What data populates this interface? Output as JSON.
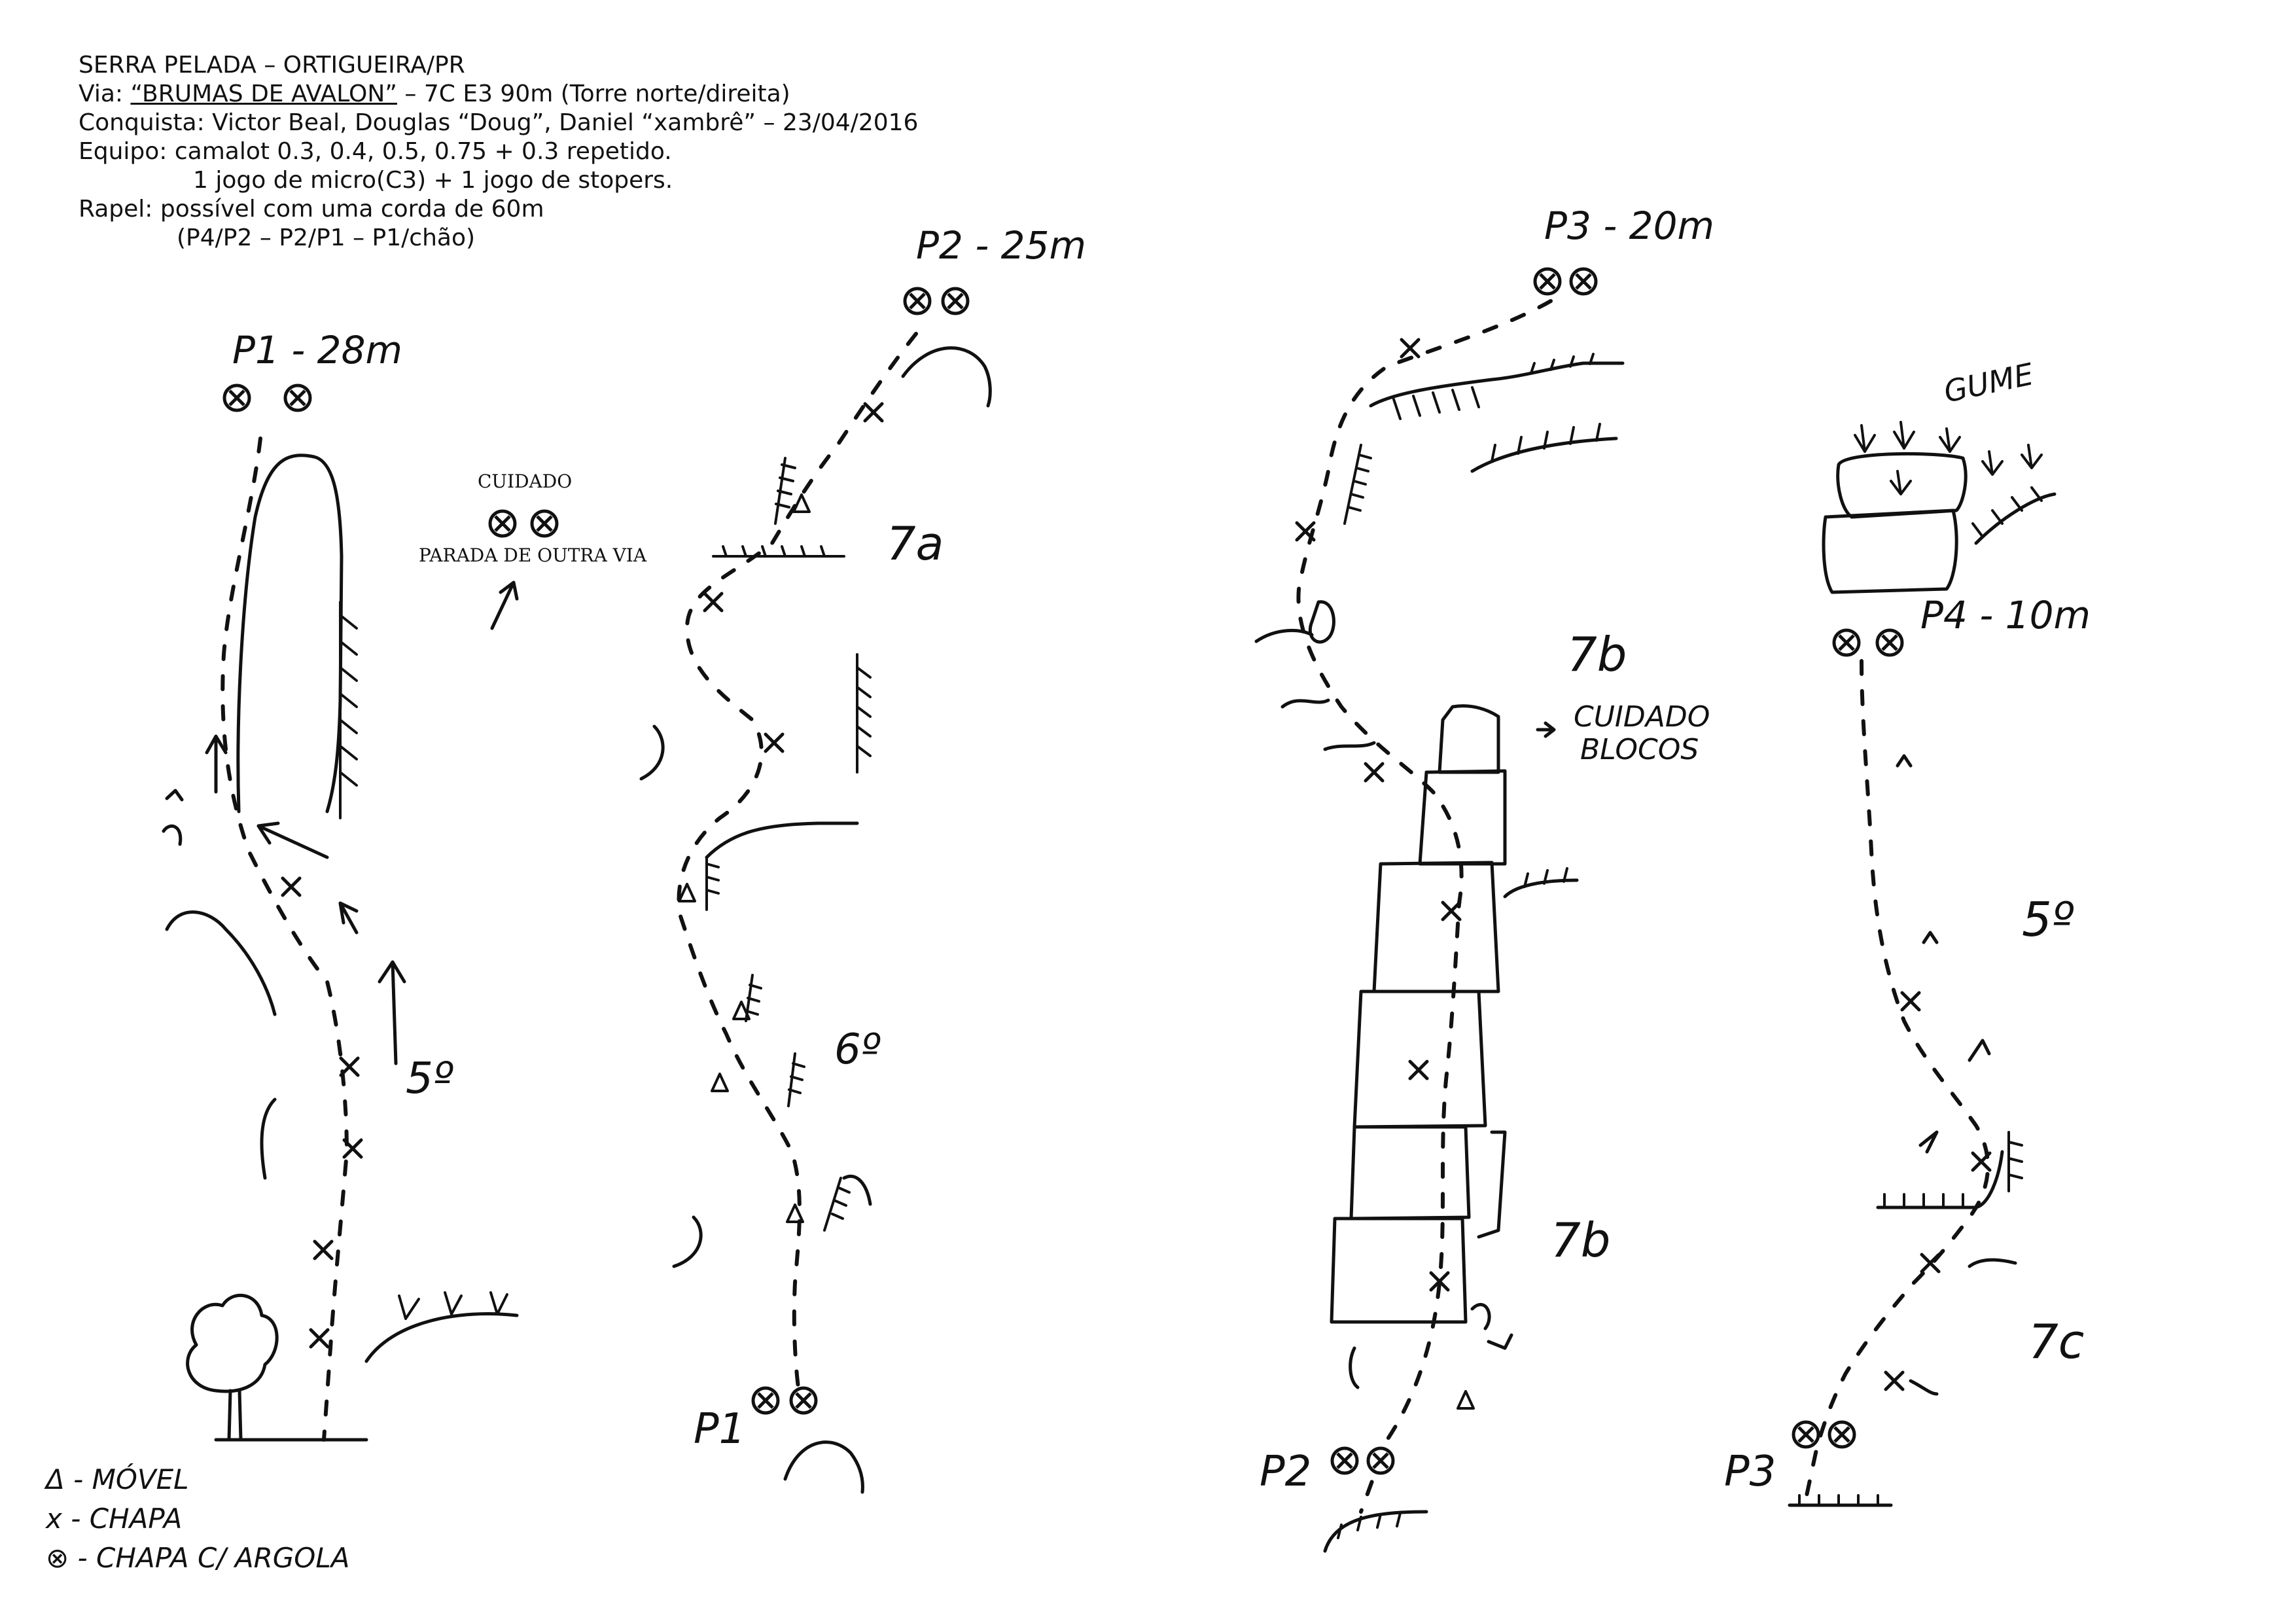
{
  "header": {
    "line1": "SERRA PELADA – ORTIGUEIRA/PR",
    "line2_prefix": "Via: ",
    "line2_name": "“BRUMAS DE AVALON”",
    "line2_suffix": " – 7C E3 90m (Torre norte/direita)",
    "line3": "Conquista: Victor Beal, Douglas “Doug”, Daniel “xambrê” – 23/04/2016",
    "line4": "Equipo: camalot 0.3, 0.4, 0.5, 0.75 + 0.3 repetido.",
    "line5": "1 jogo de micro(C3) + 1 jogo de stopers.",
    "line6": "Rapel: possível com uma corda de 60m",
    "line7": "(P4/P2 – P2/P1 – P1/chão)"
  },
  "belays": {
    "p1_title": "P1 - 28m",
    "p2_title": "P2 - 25m",
    "p3_title": "P3 - 20m",
    "p4_title": "P4 - 10m",
    "p1_base": "P1",
    "p2_base": "P2",
    "p3_base": "P3"
  },
  "grades": {
    "pitch1": "5º",
    "pitch2_lower": "6º",
    "pitch2_upper": "7a",
    "pitch3_lower": "7b",
    "pitch3_upper": "7b",
    "pitch4_lower": "7c",
    "pitch4_upper": "5º"
  },
  "annotations": {
    "caution_other_top": "CUIDADO",
    "caution_other_bottom": "PARADA DE OUTRA VIA",
    "blocks_1": "CUIDADO",
    "blocks_2": "BLOCOS",
    "edge": "GUME"
  },
  "legend": {
    "movel": "Δ - MÓVEL",
    "chapa": "x - CHAPA",
    "argola": "⊗ - CHAPA C/ ARGOLA"
  },
  "icons": [
    "bolt-with-ring-icon",
    "bolt-icon",
    "removable-gear-icon",
    "tree-icon",
    "arrow-icon"
  ]
}
